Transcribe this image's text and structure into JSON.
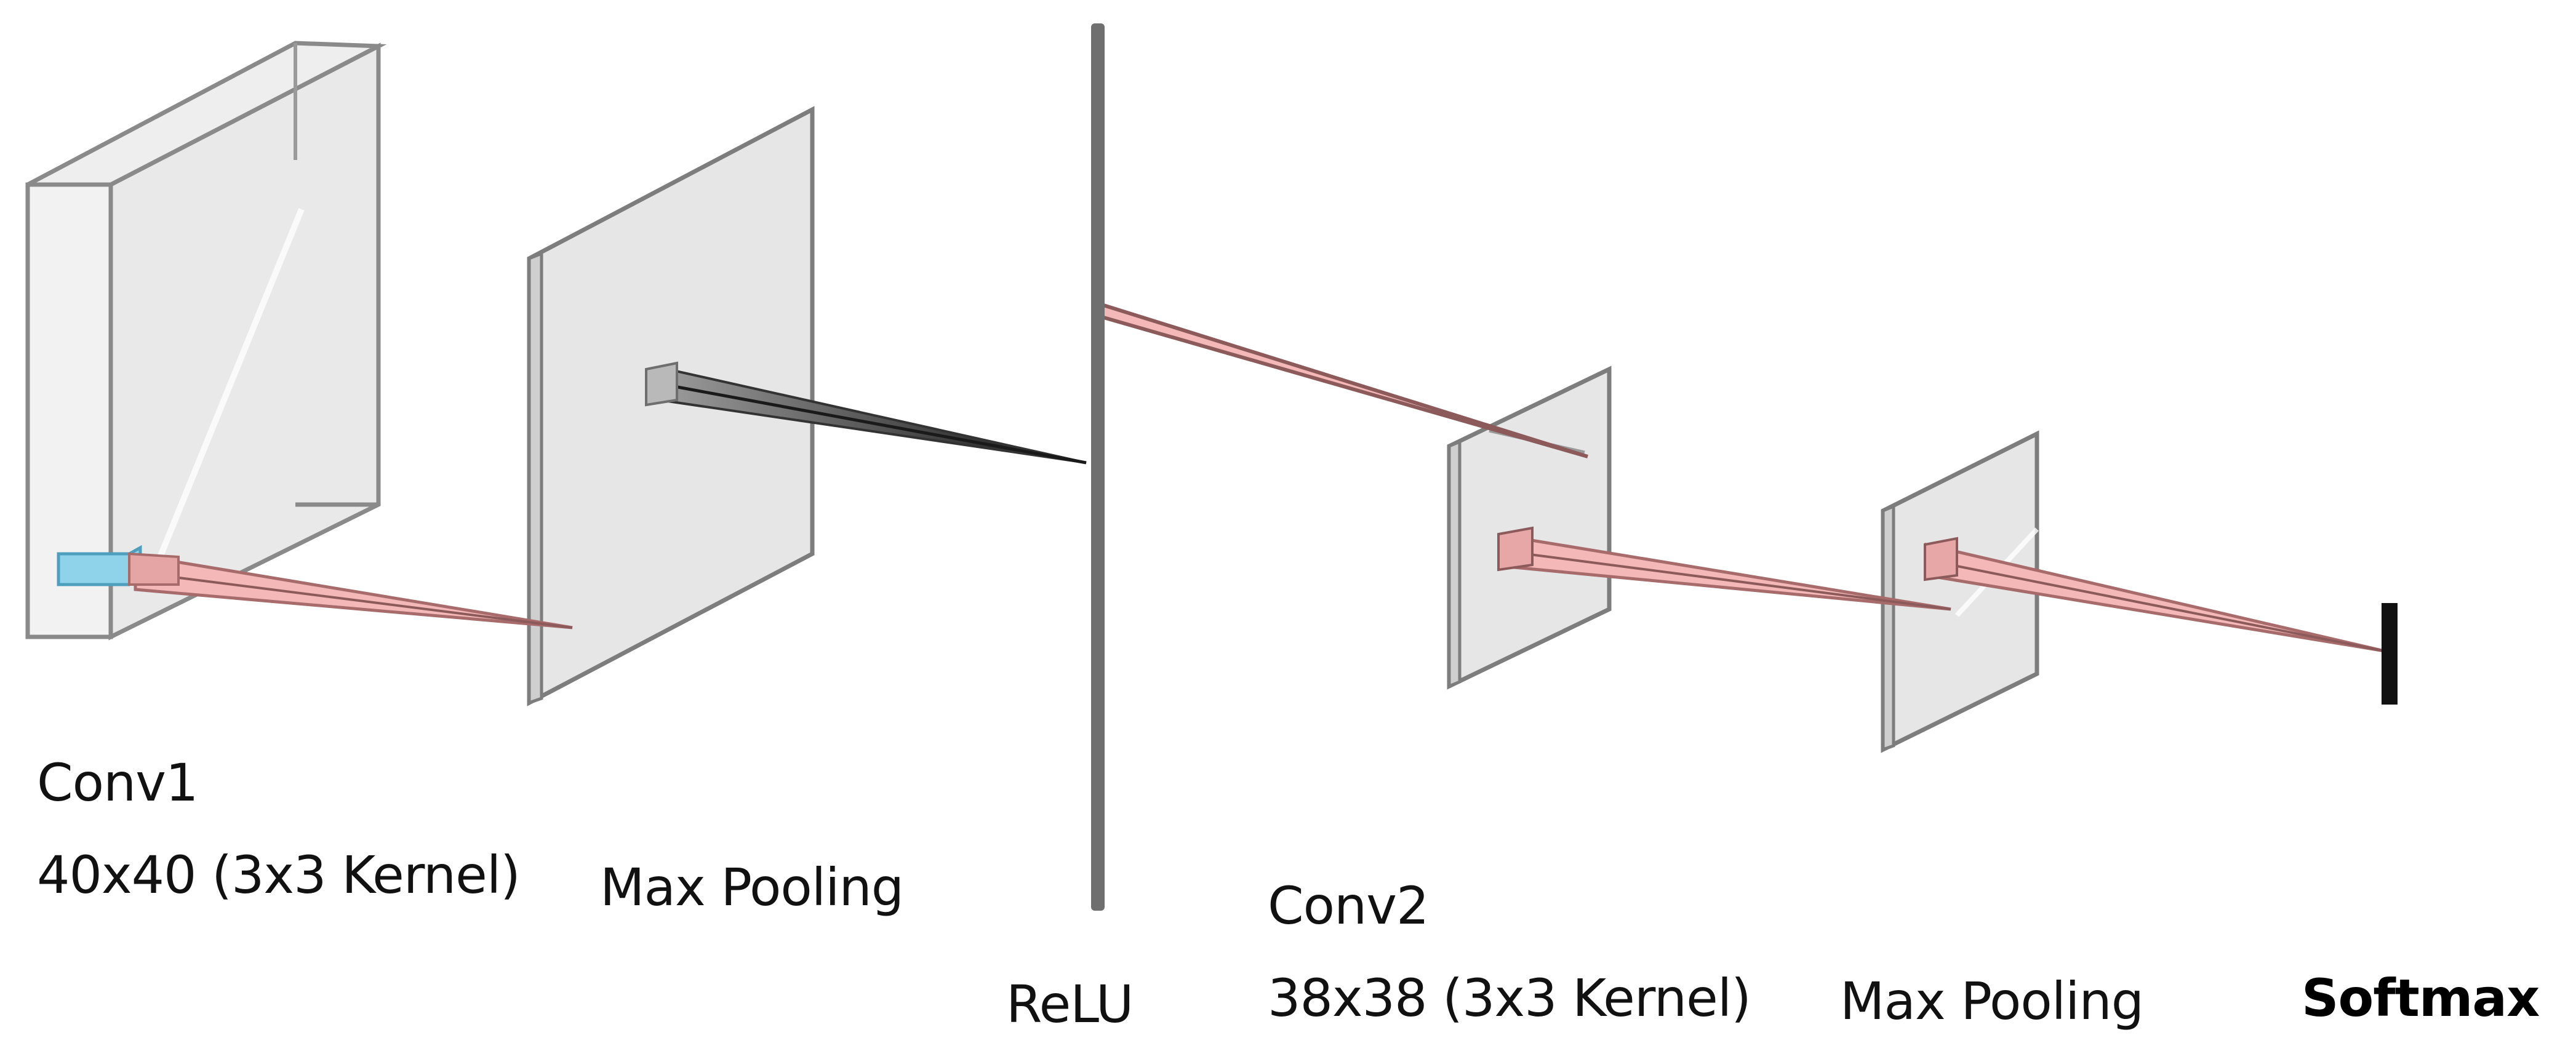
{
  "labels": {
    "conv1_name": "Conv1",
    "conv1_detail": "40x40 (3x3 Kernel)",
    "maxpool1": "Max Pooling",
    "relu": "ReLU",
    "conv2_name": "Conv2",
    "conv2_detail": "38x38 (3x3 Kernel)",
    "maxpool2": "Max Pooling",
    "softmax": "Softmax"
  },
  "colors": {
    "layer_fill": "#e6e6e6",
    "layer_edge": "#808080",
    "kernel_cone": "#f4b8b8",
    "kernel_cone_edge": "#a86b6b",
    "dark_cone": "#202020",
    "kernel_patch": "#8fd3ea",
    "relu_bar": "#6f6f6f",
    "softmax_bar": "#111111"
  }
}
